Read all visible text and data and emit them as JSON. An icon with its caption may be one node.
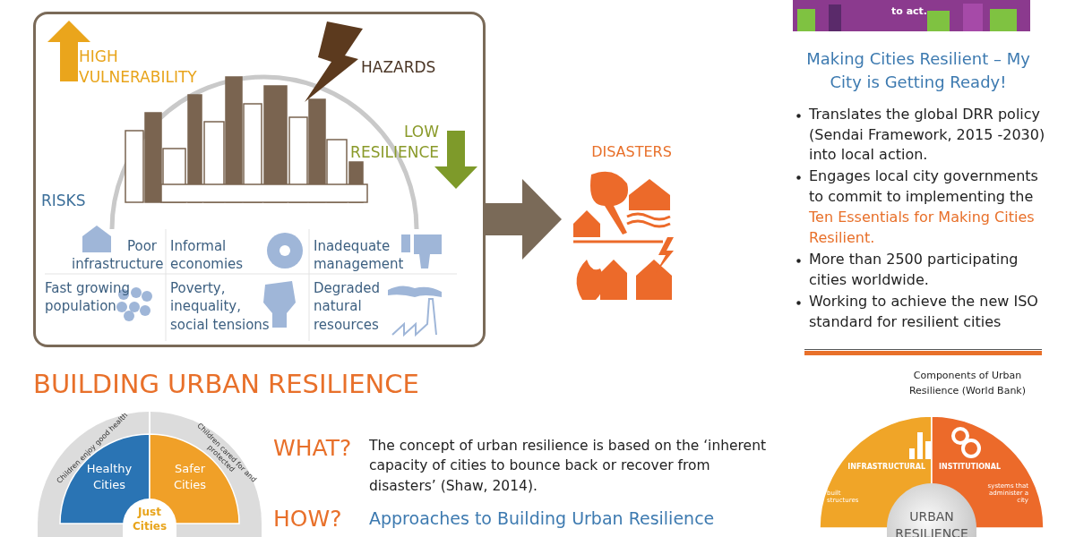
{
  "diagram": {
    "nodes": [
      {
        "text": [
          "HIGH VULNERABILITY",
          "HAZARDS",
          "LOW RESILIENCE",
          "RISKS",
          "Poor infrastructure",
          "Informal economies",
          "Inadequate management",
          "Fast growing population",
          "Poverty, inequality, social tensions",
          "Degraded natural resources"
        ]
      },
      {
        "text": [
          "DISASTERS"
        ]
      },
      {
        "text": [
          "Healthy Cities"
        ]
      },
      {
        "text": [
          "Safer Cities"
        ]
      },
      {
        "text": [
          "Just Cities"
        ]
      },
      {
        "text": [
          "INFRASTRUCTURAL",
          "built structures"
        ]
      },
      {
        "text": [
          "INSTITUTIONAL",
          "systems that administer a city"
        ]
      },
      {
        "text": [
          "URBAN RESILIENCE"
        ]
      }
    ],
    "edges": [
      {
        "from": 0,
        "to": 1,
        "arrow": "to"
      }
    ],
    "labels": [
      "to act.",
      "Making Cities Resilient – My City is Getting Ready!",
      "Translates the global DRR policy (Sendai Framework, 2015 -2030) into local action.",
      "Engages local city governments to commit to implementing the",
      "Ten Essentials for Making Cities Resilient.",
      "More than 2500 participating cities worldwide.",
      "Working to achieve the new ISO standard for resilient cities",
      "BUILDING URBAN RESILIENCE",
      "WHAT?",
      "The concept of urban resilience is based on the ‘inherent capacity  of cities to bounce back or recover from disasters’  (Shaw, 2014).",
      "HOW?",
      "Approaches to Building Urban Resilience",
      "Children enjoy good health",
      "Children cared for and protected",
      "Components of Urban Resilience (World Bank)"
    ]
  }
}
